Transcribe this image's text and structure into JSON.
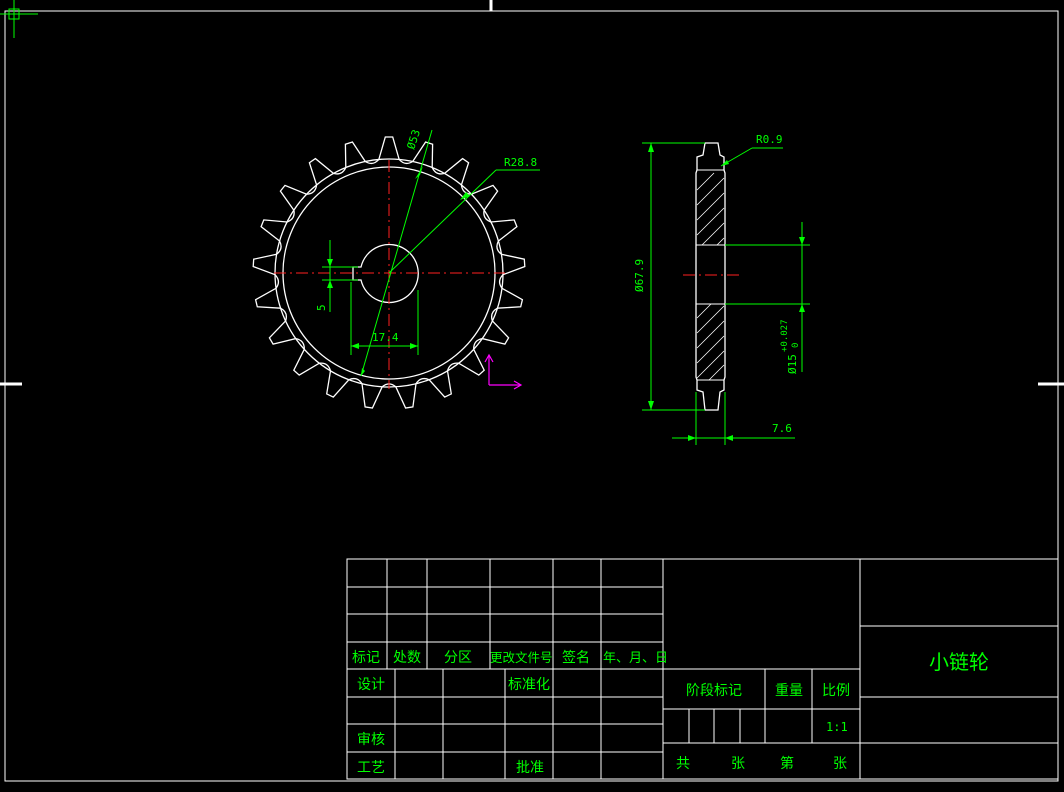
{
  "colors": {
    "background": "#000000",
    "geometry": "#ffffff",
    "dimension": "#00ff00",
    "centerline": "#ff2020",
    "ucs": "#ff00ff"
  },
  "icons": {
    "cursor": "crosshair-cursor-icon",
    "ucs": "ucs-axis-icon"
  },
  "sprocket": {
    "teeth": 21
  },
  "dimensions": {
    "dia_53": "Ø53",
    "r_28_8": "R28.8",
    "key_5": "5",
    "hub_17_4": "17.4",
    "r_0_9": "R0.9",
    "dia_67_9": "Ø67.9",
    "bore_15": "Ø15",
    "bore_0": "0",
    "bore_tol_upper": "+0.027",
    "thick_7_6": "7.6"
  },
  "title_block": {
    "headers": [
      "标记",
      "处数",
      "分区",
      "更改文件号",
      "签名",
      "年、月、日"
    ],
    "design": "设计",
    "standardize": "标准化",
    "review": "审核",
    "process": "工艺",
    "approve": "批准",
    "stage_mark": "阶段标记",
    "weight": "重量",
    "scale": "比例",
    "scale_value": "1:1",
    "total": "共",
    "sheet": "张",
    "page": "第",
    "sheet2": "张",
    "part_name": "小链轮"
  }
}
